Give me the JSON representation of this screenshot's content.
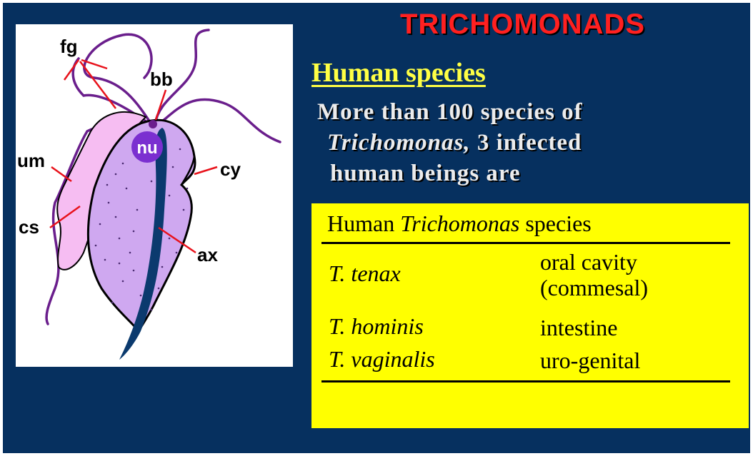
{
  "slide": {
    "title": "TRICHOMONADS",
    "subheading": "Human species",
    "body": {
      "line1": "More than 100 species of",
      "line2_italic": "Trichomonas,",
      "line2_rest": " 3 infected",
      "line3": "human beings are"
    }
  },
  "diagram": {
    "labels": {
      "fg": "fg",
      "bb": "bb",
      "nu": "nu",
      "um": "um",
      "cy": "cy",
      "cs": "cs",
      "ax": "ax"
    }
  },
  "species_table": {
    "header_prefix": "Human ",
    "header_italic": "Trichomonas",
    "header_suffix": " species",
    "rows": [
      {
        "species": "T. tenax",
        "site_line1": "oral cavity",
        "site_line2": "(commesal)"
      },
      {
        "species": "T. hominis",
        "site_line1": "intestine"
      },
      {
        "species": "T. vaginalis",
        "site_line1": "uro-genital"
      }
    ]
  },
  "colors": {
    "background": "#06305f",
    "title": "#ff2020",
    "subheading": "#ffff44",
    "table_bg": "#ffff00",
    "cell_body": "#cfa8f0",
    "membrane": "#f6bdf2",
    "axostyle": "#0b3a6e",
    "nucleus": "#7b2fd0",
    "flagella": "#6a1e8c",
    "pointer": "#e8121b"
  }
}
